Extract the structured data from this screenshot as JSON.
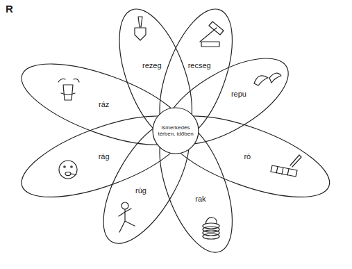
{
  "diagram": {
    "title": "R",
    "nodes": [
      {
        "text": [
          "ismerkedés térben, időben"
        ]
      },
      {
        "text": [
          "rezeg"
        ]
      },
      {
        "text": [
          "recseg"
        ]
      },
      {
        "text": [
          "repu"
        ]
      },
      {
        "text": [
          "ró"
        ]
      },
      {
        "text": [
          "rak"
        ]
      },
      {
        "text": [
          "rúg"
        ]
      },
      {
        "text": [
          "rág"
        ]
      },
      {
        "text": [
          "ráz"
        ]
      }
    ]
  }
}
